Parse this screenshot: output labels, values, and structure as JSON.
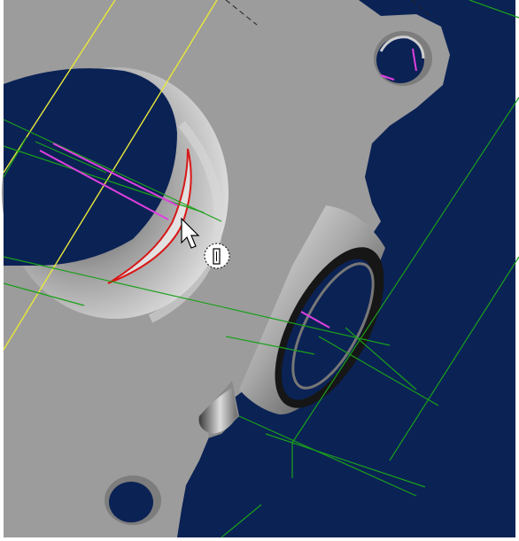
{
  "app": {
    "view": "3d-cad-viewport"
  },
  "colors": {
    "background": "#0b2255",
    "frame": "#ffffff",
    "part": "#9c9c9c",
    "hole": "#0b2255",
    "construction_green": "#1aa01a",
    "construction_yellow": "#e8e83a",
    "sketch_magenta": "#e040e0",
    "selection_red": "#d81818"
  },
  "cursor": {
    "type": "arrow-pointer",
    "attachment": "dotted-selection-glyph"
  },
  "highlight": {
    "state": "pre-selected",
    "target": "cylindrical-bore-face"
  }
}
